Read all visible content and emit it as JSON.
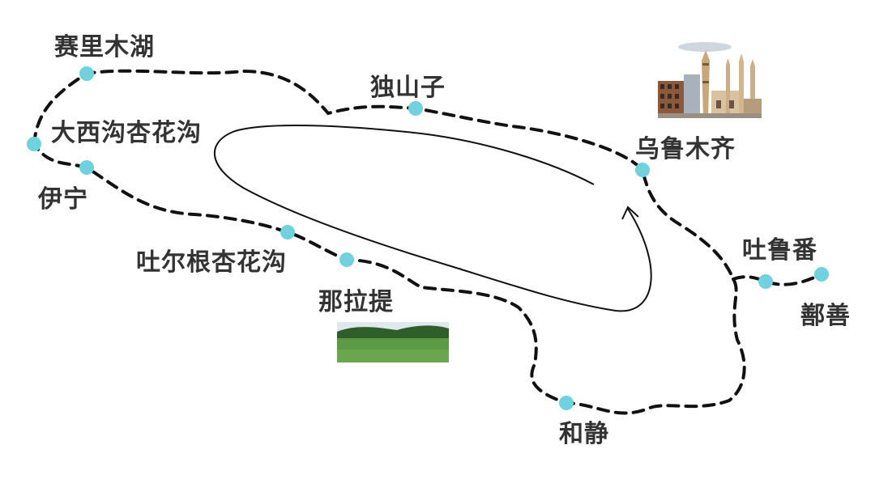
{
  "map": {
    "colors": {
      "route": "#111111",
      "stop": "#6fd3df",
      "loop_arrow": "#111111",
      "label": "#333333"
    },
    "places": {
      "sailimu_lake": "赛里木湖",
      "dushanzi": "独山子",
      "daxigou": "大西沟杏花沟",
      "yining": "伊宁",
      "urumqi": "乌鲁木齐",
      "tuergen": "吐尔根杏花沟",
      "nalati": "那拉提",
      "turpan": "吐鲁番",
      "shanshan": "鄯善",
      "hejing": "和静"
    },
    "pictures": {
      "city_skyline": "urumqi-minaret-picture",
      "grassland": "nalati-grassland-picture"
    }
  }
}
